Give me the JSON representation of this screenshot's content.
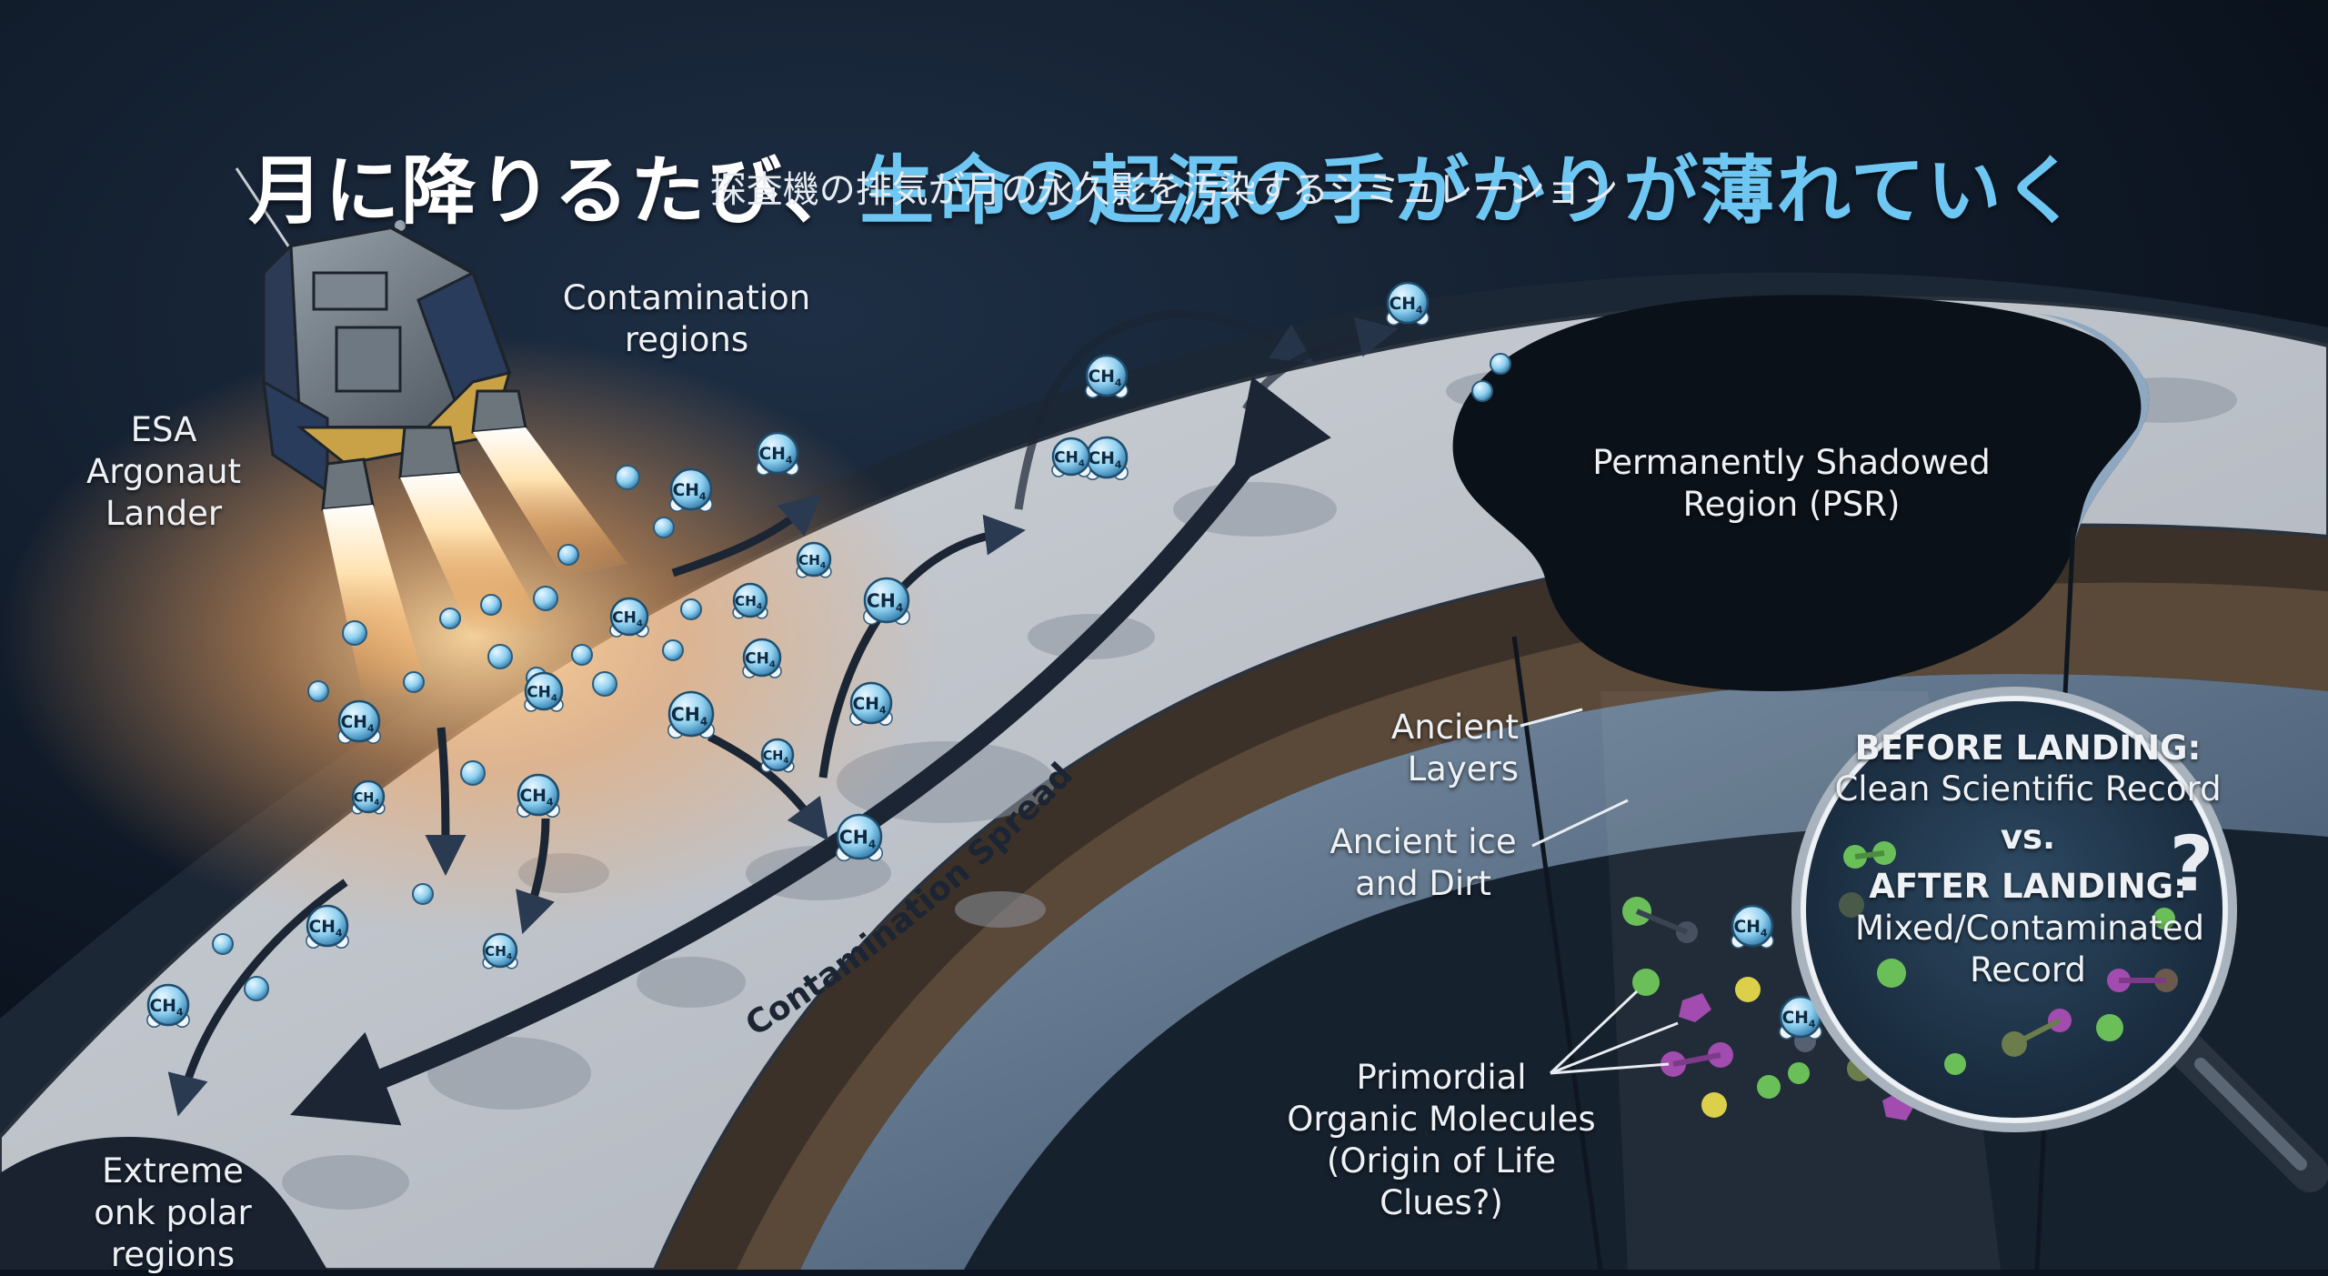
{
  "title": {
    "part1": "月に降りるたび、",
    "part2": "生命の起源の手がかりが薄れていく"
  },
  "subtitle": "探査機の排気が月の永久影を汚染するシミュレーション",
  "labels": {
    "lander": "ESA\nArgonaut\nLander",
    "contamination_regions": "Contamination regions",
    "psr": "Permanently Shadowed\nRegion (PSR)",
    "ancient_layers": "Ancient Layers",
    "ancient_ice": "Ancient ice\nand Dirt",
    "primordial": "Primordial\nOrganic Molecules\n(Origin of Life Clues?)",
    "extreme": "Extreme\nonk polar regions",
    "spreading": "Contamination Spreading"
  },
  "magnifier": {
    "before_title": "BEFORE LANDING:",
    "before_text": "Clean Scientific Record",
    "vs": "vs.",
    "after_title": "AFTER LANDING:",
    "after_text": "Mixed/Contaminated\nRecord",
    "question": "?"
  },
  "molecule_label": "CH",
  "molecule_sub": "4",
  "colors": {
    "title_accent": "#6ec6f2",
    "background": "#0b1420",
    "exhaust": "#ffb560"
  }
}
